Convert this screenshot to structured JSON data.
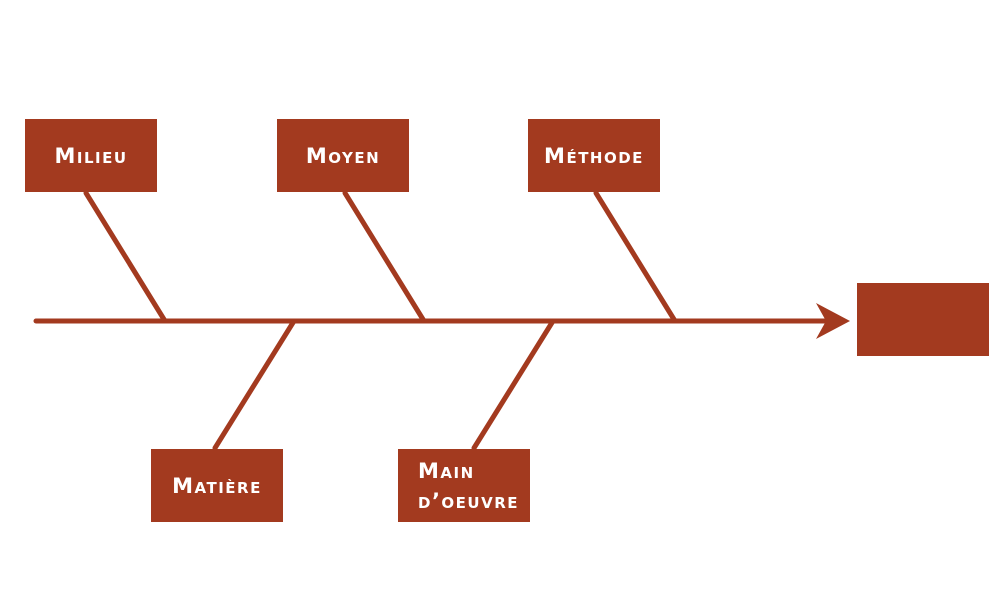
{
  "colors": {
    "accent": "#a33a1f",
    "label_text": "#ffffff",
    "background": "#ffffff"
  },
  "causes": {
    "milieu": "Milieu",
    "moyen": "Moyen",
    "methode": "Méthode",
    "matiere": "Matière",
    "main_oeuvre": "Main\nd’oeuvre"
  },
  "effect": {
    "label": ""
  }
}
